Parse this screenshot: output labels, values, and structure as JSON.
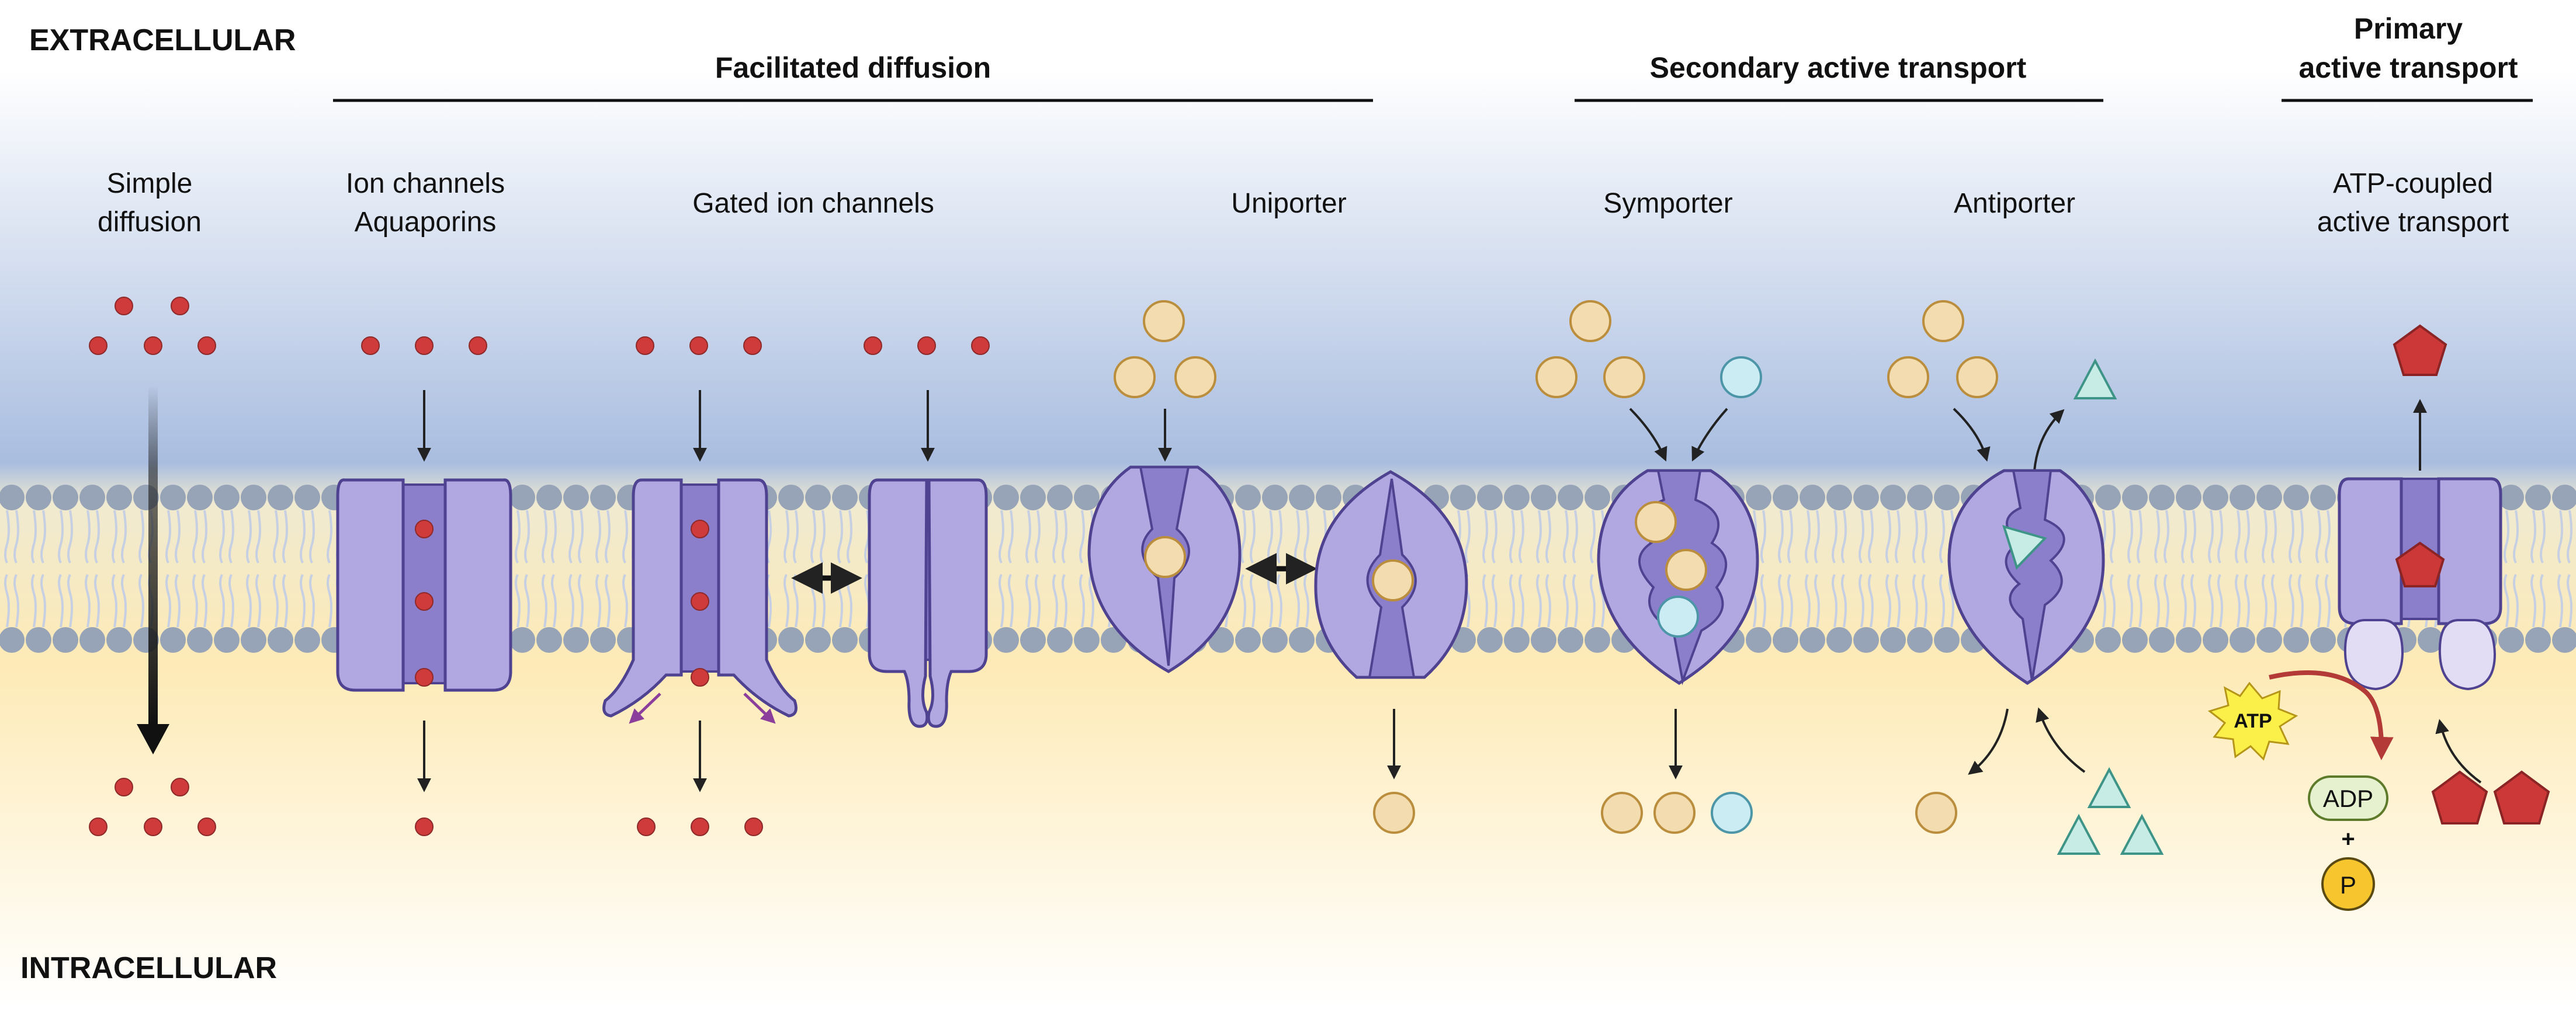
{
  "labels": {
    "extracellular": "EXTRACELLULAR",
    "intracellular": "INTRACELLULAR",
    "facilitated_diffusion": "Facilitated diffusion",
    "secondary_active_transport": "Secondary active transport",
    "primary_active_transport_line1": "Primary",
    "primary_active_transport_line2": "active transport",
    "simple_diffusion_line1": "Simple",
    "simple_diffusion_line2": "diffusion",
    "ion_channels": "Ion channels",
    "aquaporins": "Aquaporins",
    "gated_ion_channels": "Gated ion channels",
    "uniporter": "Uniporter",
    "symporter": "Symporter",
    "antiporter": "Antiporter",
    "atp_coupled_line1": "ATP-coupled",
    "atp_coupled_line2": "active transport",
    "atp": "ATP",
    "adp": "ADP",
    "plus": "+",
    "phosphate": "P"
  },
  "colors": {
    "extracellular_tint": "#a9bde0",
    "intracellular_tint": "#fdeab6",
    "lipid_head": "#97a3b6",
    "lipid_tail": "#c6d0e2",
    "protein_light": "#b1a8e2",
    "protein_dark": "#8b7fcc",
    "protein_outline": "#4f4391",
    "ion_red": "#cf3a3a",
    "solute_yellow": "#f3ddb0",
    "solute_blue": "#cbecf3",
    "triangle_teal": "#c6ece5",
    "pentagon_red": "#cc3838",
    "atp_yellow": "#fbf04a",
    "adp_green": "#e5f1cf",
    "phosphate_yellow": "#f7c62f",
    "gate_arrow_purple": "#8c3e9c",
    "atp_arrow_red": "#b33a36"
  },
  "icons": [
    "ion-dot",
    "solute-circle",
    "solute-triangle",
    "solute-pentagon",
    "atp-starburst",
    "adp-pill",
    "phosphate-circle"
  ]
}
